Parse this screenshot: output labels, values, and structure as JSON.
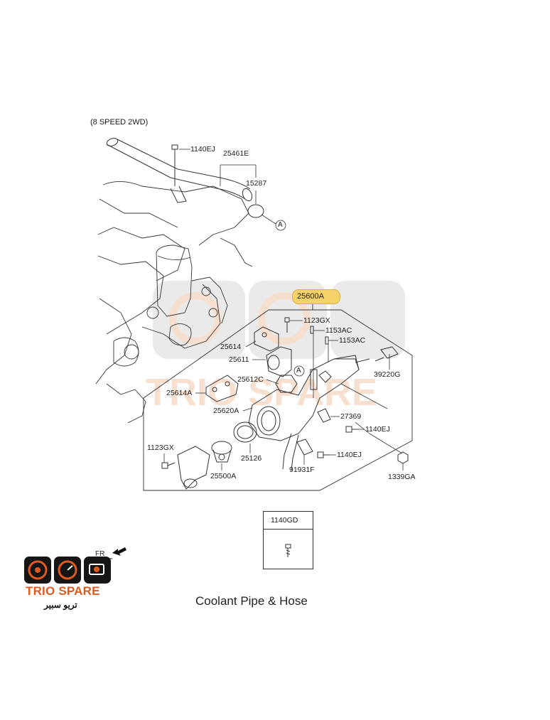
{
  "header": {
    "variant": "(8 SPEED 2WD)"
  },
  "highlight": {
    "assembly_code": "25600A",
    "color": "#f6d26a"
  },
  "parts": {
    "p1140ej_top": "1140EJ",
    "p25461e": "25461E",
    "p15287": "15287",
    "ref_a_top": "A",
    "p1123gx_top": "1123GX",
    "p1153ac_1": "1153AC",
    "p1153ac_2": "1153AC",
    "p25614": "25614",
    "p25611": "25611",
    "ref_a_mid": "A",
    "p39220g": "39220G",
    "p25612c": "25612C",
    "p25614a": "25614A",
    "p25620a": "25620A",
    "p27369": "27369",
    "p1140ej_mid": "1140EJ",
    "p1123gx_left": "1123GX",
    "p25126": "25126",
    "p1140ej_low": "1140EJ",
    "p25500a": "25500A",
    "p91931f": "91931F",
    "p1339ga": "1339GA"
  },
  "legend": {
    "code": "1140GD"
  },
  "direction_mark": "FR",
  "caption": "Coolant Pipe & Hose",
  "brand": {
    "name": "TRIO SPARE",
    "name_ar": "تريو سبير",
    "accent": "#e05a1f",
    "watermark_color": "#e8e8e8"
  },
  "icons": [
    "bolt-icon",
    "gear-icon",
    "speedometer-icon",
    "engine-icon",
    "arrow-icon"
  ]
}
